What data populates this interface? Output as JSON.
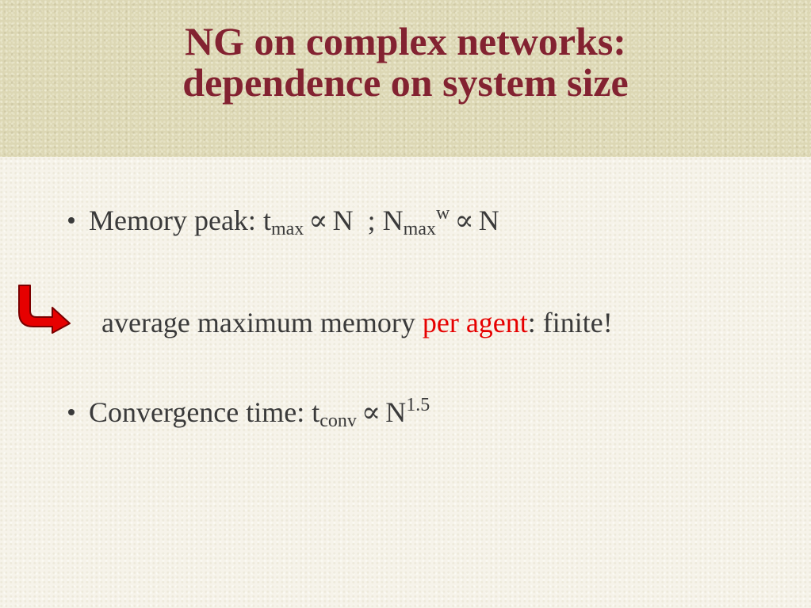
{
  "slide": {
    "title_line1": "NG on complex networks:",
    "title_line2": "dependence on system size",
    "colors": {
      "title": "#832231",
      "highlight": "#e60000",
      "arrow_fill": "#e60000",
      "arrow_stroke": "#7a0000"
    },
    "bullet1": {
      "prefix": "Memory peak: t",
      "sub1": "max",
      "prop1": "∝",
      "mid": "N",
      "sep": "; N",
      "sub2": "max",
      "sup2": "w",
      "prop2": "∝",
      "end": "N"
    },
    "arrow_icon": "curved-down-right-arrow-icon",
    "conclusion": {
      "pre": "average maximum memory ",
      "highlight": "per agent",
      "post": ": finite!"
    },
    "bullet2": {
      "prefix": "Convergence time:  t",
      "sub": "conv",
      "prop": "∝",
      "base": "N",
      "exponent": "1.5"
    }
  }
}
